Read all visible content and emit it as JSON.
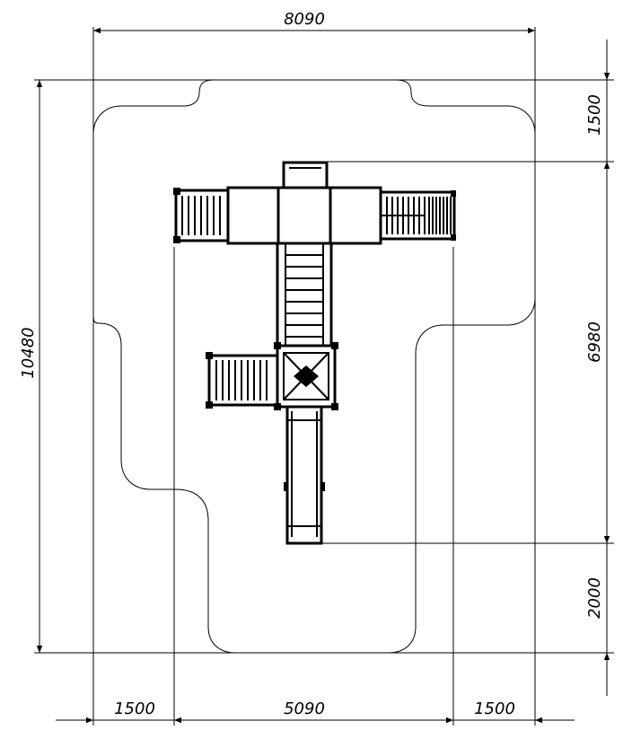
{
  "dimensions": {
    "overall_width": "8090",
    "overall_height": "10480",
    "top_margin": "1500",
    "structure_length": "6980",
    "bottom_margin": "2000",
    "left_margin": "1500",
    "structure_width": "5090",
    "right_margin": "1500"
  }
}
